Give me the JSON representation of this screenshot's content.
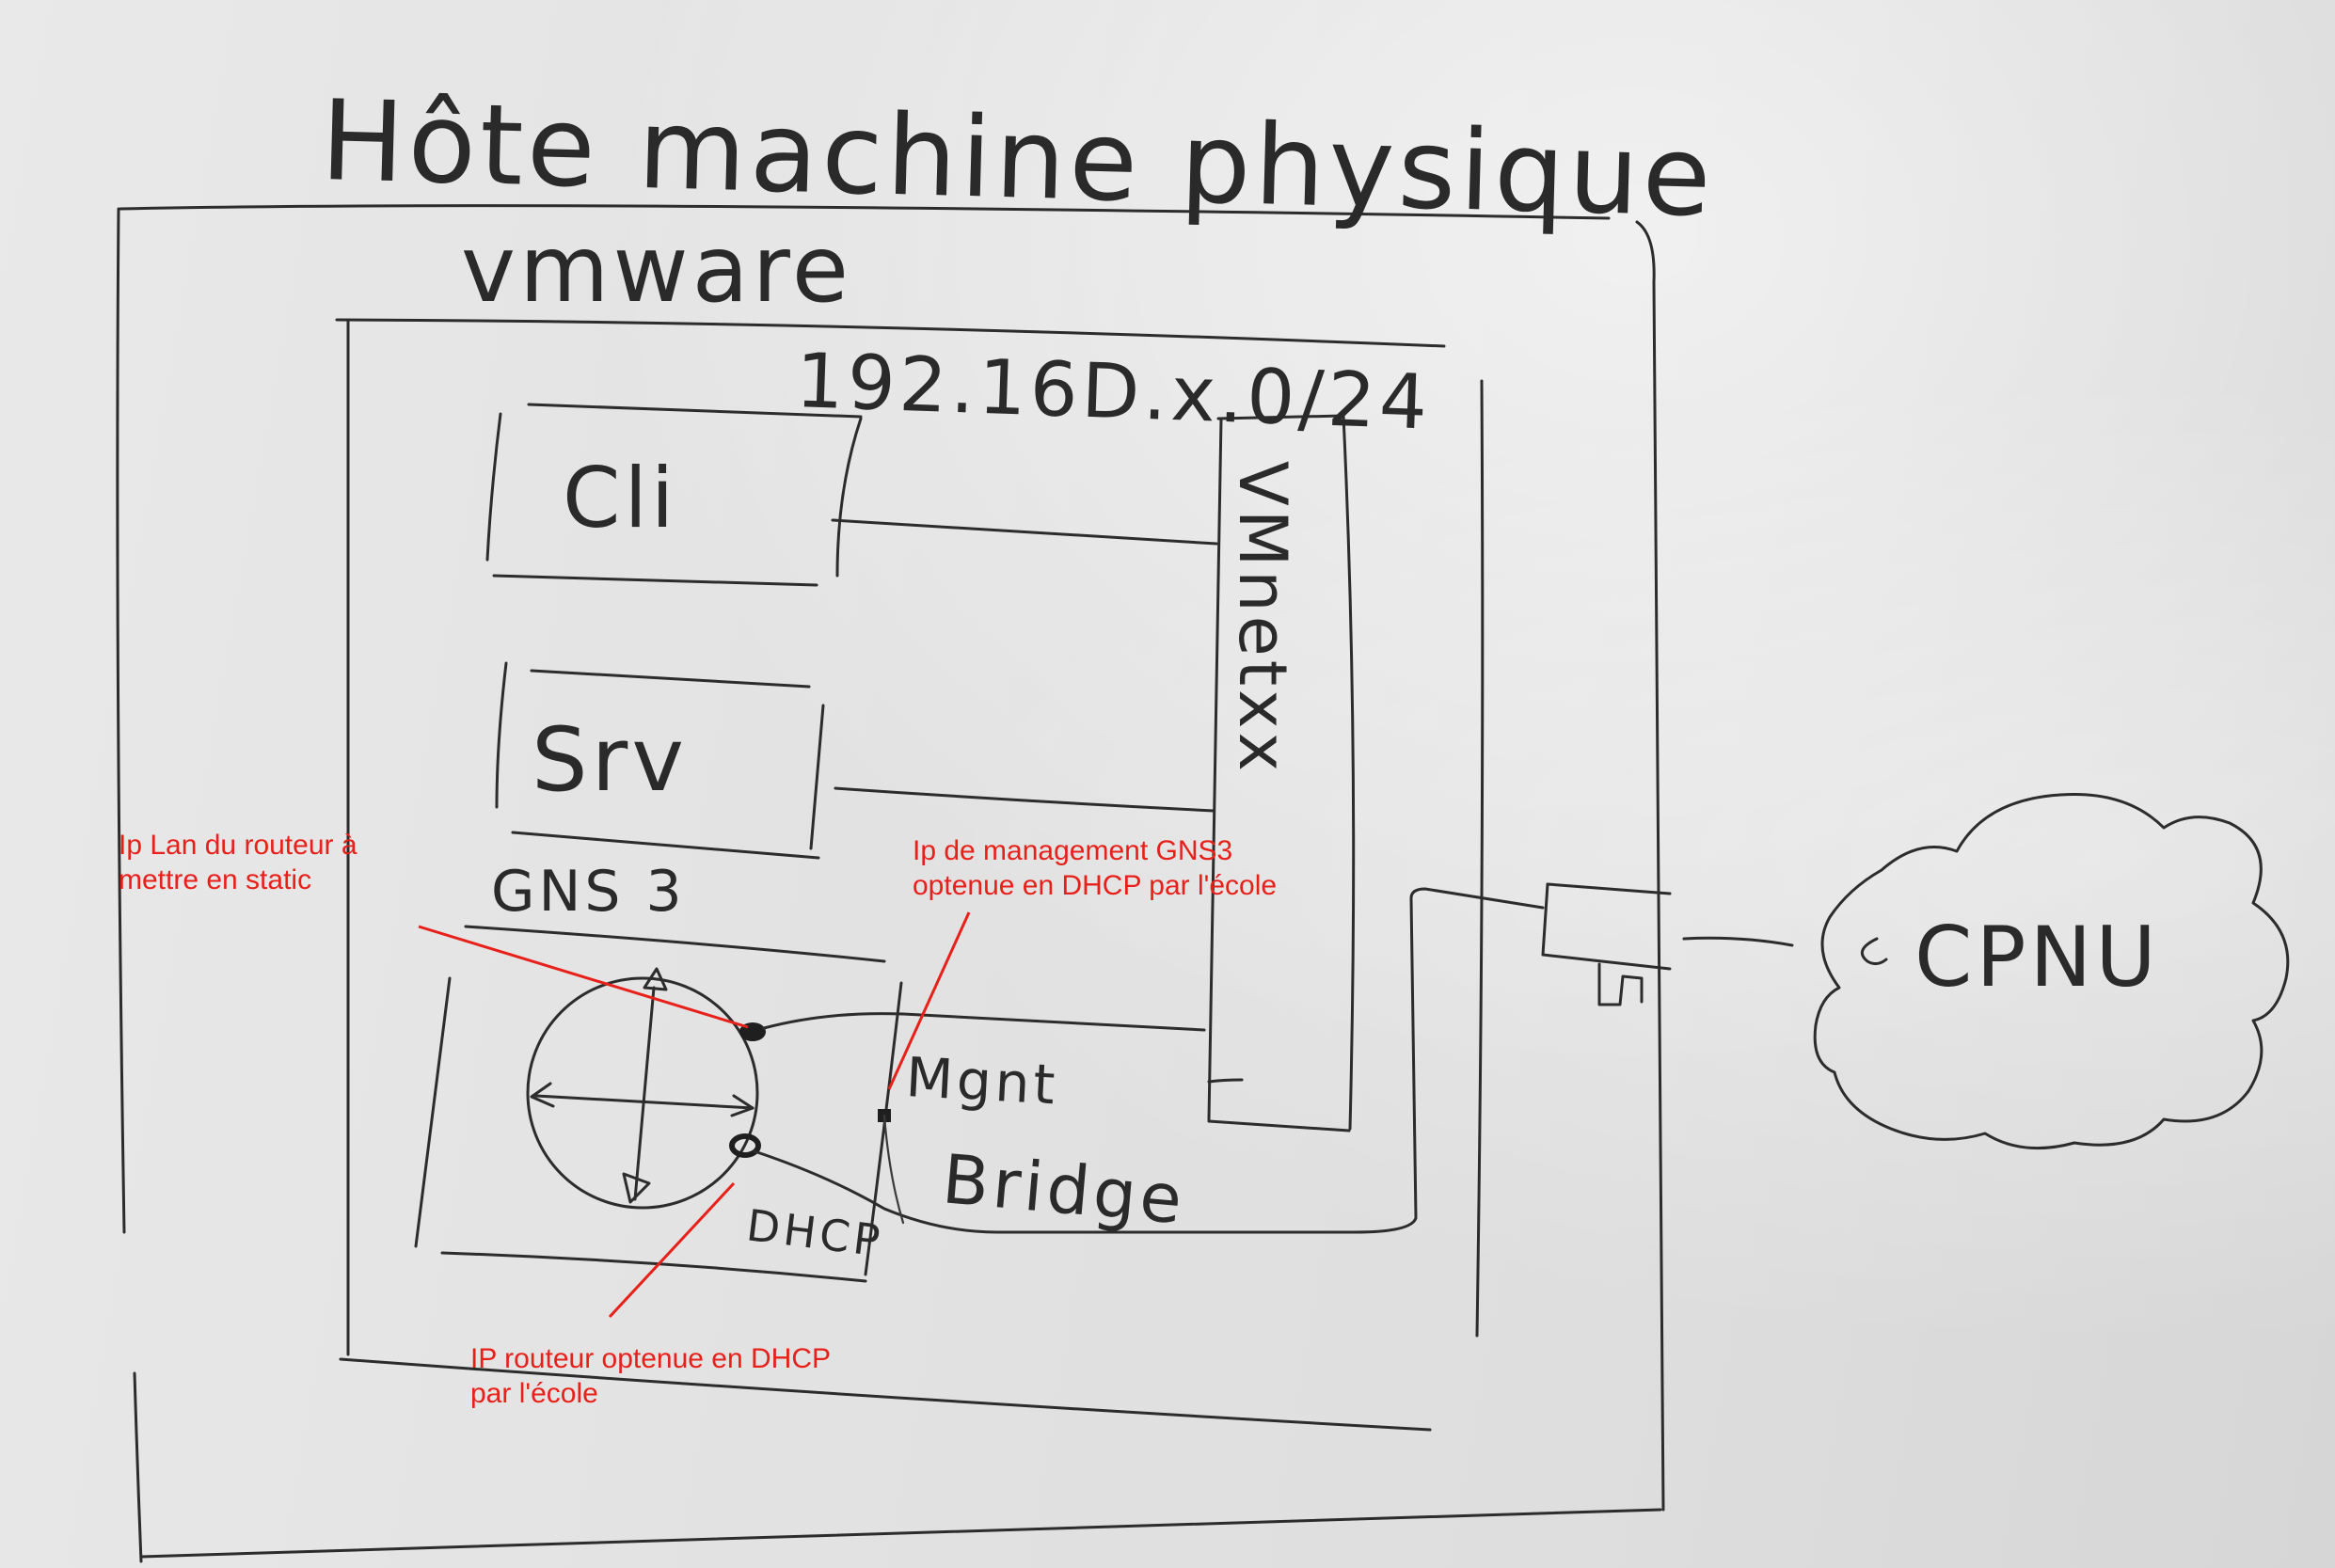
{
  "diagram": {
    "title": "Hôte machine physique",
    "vmware_label": "vmware",
    "subnet_label": "192.16D.x.0/24",
    "vmnet_label": "VMnetxx",
    "client_label": "Cli",
    "server_label": "Srv",
    "gns3_label": "GNS 3",
    "mgnt_label": "Mgnt",
    "bridge_label": "Bridge",
    "dhcp_label": "DHCP",
    "cloud_label": "CPNU"
  },
  "annotations": {
    "lan_ip": [
      "Ip Lan du  routeur à",
      "mettre en static"
    ],
    "mgmt_ip": [
      "Ip de management GNS3",
      "optenue en DHCP par l'école"
    ],
    "router_ip": [
      "IP routeur optenue en DHCP",
      "par l'école"
    ]
  },
  "colors": {
    "annotation": "#e8201a",
    "marker_ink": "#2c2c2c"
  }
}
